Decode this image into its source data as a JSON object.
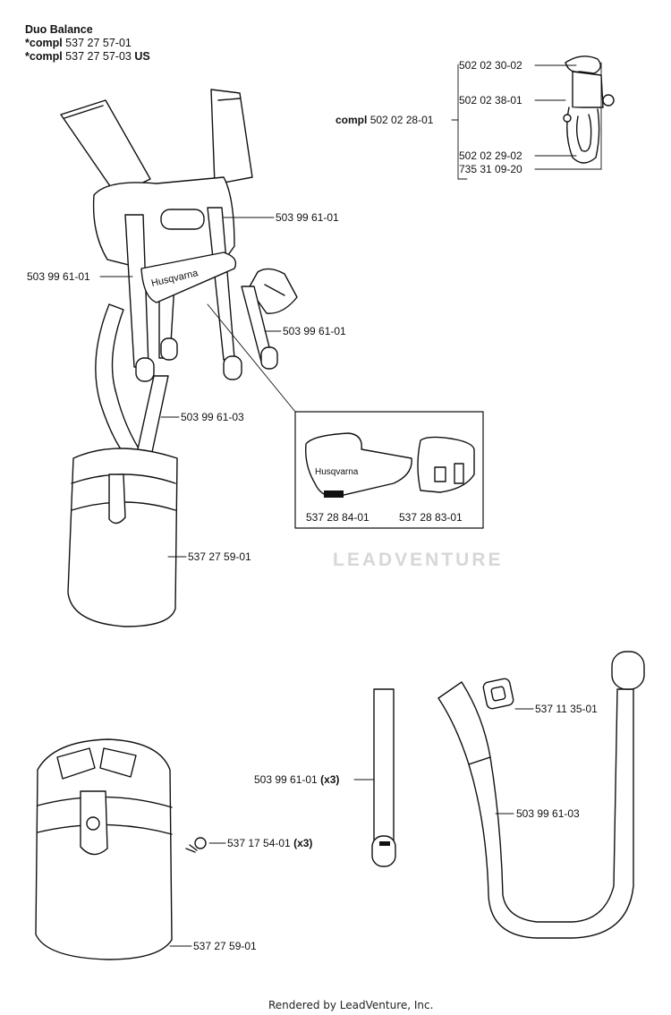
{
  "header": {
    "title": "Duo Balance",
    "lines": [
      {
        "prefix": "*compl",
        "number": "537 27 57-01",
        "suffix": ""
      },
      {
        "prefix": "*compl",
        "number": "537 27 57-03",
        "suffix": "US"
      }
    ]
  },
  "assembly_label": {
    "prefix": "compl",
    "number": "502 02 28-01"
  },
  "clip_parts": [
    "502 02 30-02",
    "502 02 38-01",
    "502 02 29-02",
    "735 31 09-20"
  ],
  "harness_labels": {
    "strap_right": "503 99 61-01",
    "strap_left": "503 99 61-01",
    "strap_lower_right": "503 99 61-01",
    "strap_long": "503 99 61-03",
    "pad_main": "537 27 59-01"
  },
  "inset_labels": {
    "left_part": "537 28 84-01",
    "right_part": "537 28 83-01",
    "brand": "Husqvarna"
  },
  "lower_labels": {
    "pad": "537 27 59-01",
    "screw": "537 17 54-01",
    "screw_qty": "(x3)",
    "strap": "503 99 61-01",
    "strap_qty": "(x3)",
    "buckle": "537 11 35-01",
    "long_strap": "503 99 61-03"
  },
  "watermark": "LEADVENTURE",
  "footer": "Rendered by LeadVenture, Inc."
}
